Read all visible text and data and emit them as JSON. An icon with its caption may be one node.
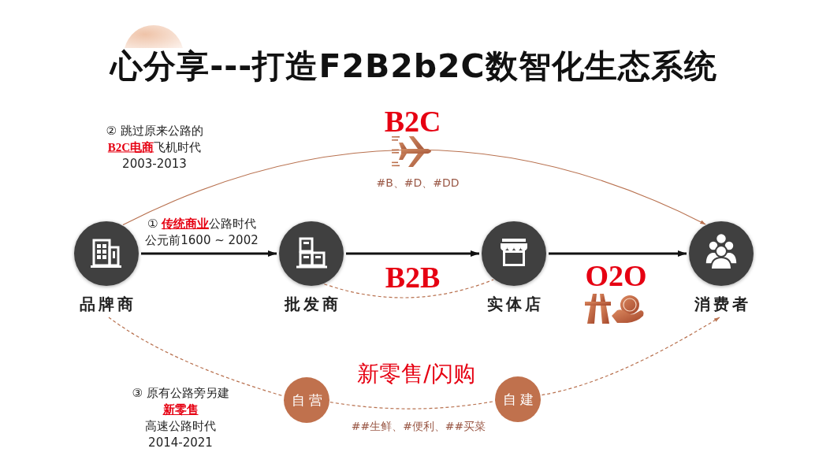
{
  "diagram": {
    "title": "心分享---打造F2B2b2C数智化生态系统",
    "nodes": [
      {
        "text": [
          "品牌商"
        ]
      },
      {
        "text": [
          "批发商"
        ]
      },
      {
        "text": [
          "实体店"
        ]
      },
      {
        "text": [
          "消费者"
        ]
      },
      {
        "text": [
          "自营"
        ]
      },
      {
        "text": [
          "自建"
        ]
      }
    ],
    "edges": [
      {
        "from": 0,
        "to": 1,
        "arrow": "to",
        "label": "① **传统商业**公路时代公元前1600 ~ 2002",
        "style": "thick",
        "color": "#111111"
      },
      {
        "from": 1,
        "to": 2,
        "arrow": "to",
        "label": "B2B",
        "style": "thick",
        "color": "#111111"
      },
      {
        "from": 2,
        "to": 3,
        "arrow": "to",
        "label": "O2O",
        "style": "thick",
        "color": "#111111"
      },
      {
        "from": 0,
        "to": 3,
        "arrow": "to",
        "label": "B2C"
      },
      {
        "from": 1,
        "to": 2,
        "arrow": "none",
        "style": "dashed"
      },
      {
        "from": 0,
        "to": 4,
        "arrow": "none",
        "style": "dashed"
      },
      {
        "from": 4,
        "to": 5,
        "arrow": "none",
        "style": "dashed",
        "label": "新零售/闪购"
      },
      {
        "from": 5,
        "to": 3,
        "arrow": "to",
        "style": "dashed"
      }
    ],
    "labels": [
      "② 跳过原来公路的 **B2C电商**飞机时代 2003-2013",
      "#B、#D、#DD",
      "③ 原有公路旁另建**新零售**高速公路时代 2014-2021",
      "##生鲜、#便利、##买菜"
    ]
  }
}
